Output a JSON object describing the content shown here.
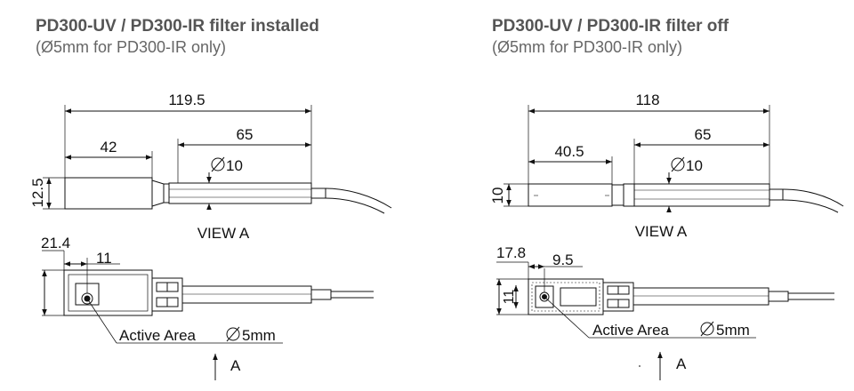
{
  "left": {
    "title": "PD300-UV / PD300-IR filter installed",
    "subtitle": "(Ø5mm for PD300-IR only)",
    "dim_total": "119.5",
    "dim_height": "12.5",
    "dim_head": "42",
    "dim_tube": "65",
    "dim_dia": "10",
    "view_label": "VIEW A",
    "dim_view_width": "21.4",
    "dim_view_offset": "11",
    "active_area": "Active Area",
    "active_dia": "5mm",
    "arrow_label": "A"
  },
  "right": {
    "title": "PD300-UV / PD300-IR filter off",
    "subtitle": "(Ø5mm for PD300-IR only)",
    "dim_total": "118",
    "dim_height": "10",
    "dim_head": "40.5",
    "dim_tube": "65",
    "dim_dia": "10",
    "view_label": "VIEW A",
    "dim_view_width": "17.8",
    "dim_view_offset": "9.5",
    "dim_view_height": "11",
    "active_area": "Active Area",
    "active_dia": "5mm",
    "arrow_label": "A"
  }
}
